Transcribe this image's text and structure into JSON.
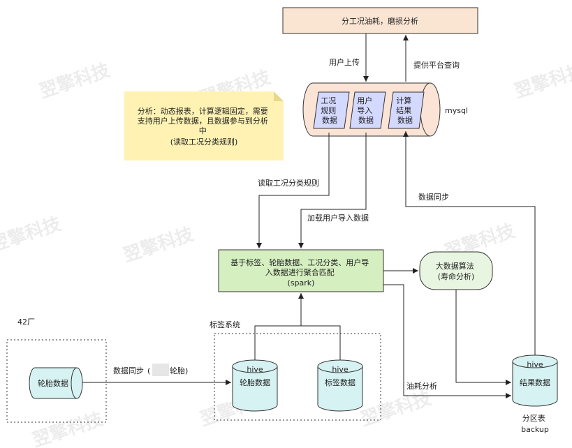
{
  "watermark": "翌擎科技",
  "top_box": {
    "text": "分工况油耗，磨损分析"
  },
  "edges": {
    "user_upload": "用户上传",
    "platform_query": "提供平台查询",
    "read_rules": "读取工况分类规则",
    "load_user_data": "加载用户导入数据",
    "data_sync_right": "数据同步",
    "data_sync_left": "数据同步",
    "tire_label": "轮胎)",
    "fuel_analysis": "油耗分析"
  },
  "mysql": {
    "label": "mysql",
    "tables": [
      {
        "lines": [
          "工况",
          "规则",
          "数据"
        ]
      },
      {
        "lines": [
          "用户",
          "导入",
          "数据"
        ]
      },
      {
        "lines": [
          "计算",
          "结果",
          "数据"
        ]
      }
    ]
  },
  "note": {
    "lines": [
      "分析：动态报表，计算逻辑固定，需要",
      "支持用户上传数据，且数据参与到分析",
      "中",
      "(读取工况分类规则)"
    ]
  },
  "spark_box": {
    "lines": [
      "基于标签、轮胎数据、工况分类、用户导",
      "入数据进行聚合匹配",
      "(spark)"
    ]
  },
  "bigdata": {
    "lines": [
      "大数据算法",
      "(寿命分析)"
    ]
  },
  "factory": {
    "label": "42厂",
    "tire_data": "轮胎数据"
  },
  "tag_system": {
    "label": "标签系统",
    "hive_tire": {
      "header": "hive",
      "name": "轮胎数据"
    },
    "hive_tag": {
      "header": "hive",
      "name": "标签数据"
    }
  },
  "result": {
    "header": "hive",
    "name": "结果数据",
    "caption_lines": [
      "分区表",
      "backup"
    ]
  },
  "colors": {
    "top_box_fill": "#fae5d3",
    "mysql_fill": "#fbe4d5",
    "table_fill": "#d4d9ff",
    "note_fill": "#fff2b3",
    "spark_fill": "#d5efc0",
    "bigdata_fill": "#e8f5e0",
    "hive_fill": "#d7f2f2"
  }
}
